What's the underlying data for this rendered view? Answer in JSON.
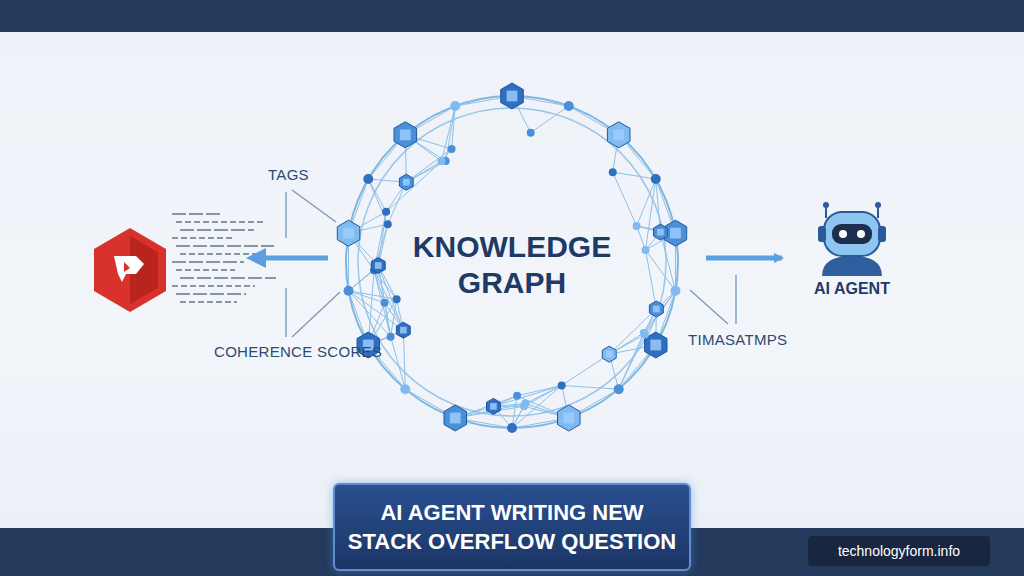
{
  "diagram": {
    "nodes": [
      {
        "text": [
          "KNOWLEDGE GRAPH"
        ]
      },
      {
        "text": [
          "AI AGENT"
        ]
      },
      {
        "text": [
          "AI AGENT WRITING NEW STACK OVERFLOW QUESTION"
        ]
      },
      {
        "text": [
          "technologyform.info"
        ]
      }
    ],
    "edges": [
      {
        "from": 0,
        "to": 1,
        "arrow": "to"
      }
    ],
    "labels": [
      "TAGS",
      "COHERENCE SCORES",
      "TIMASATMPS"
    ]
  }
}
